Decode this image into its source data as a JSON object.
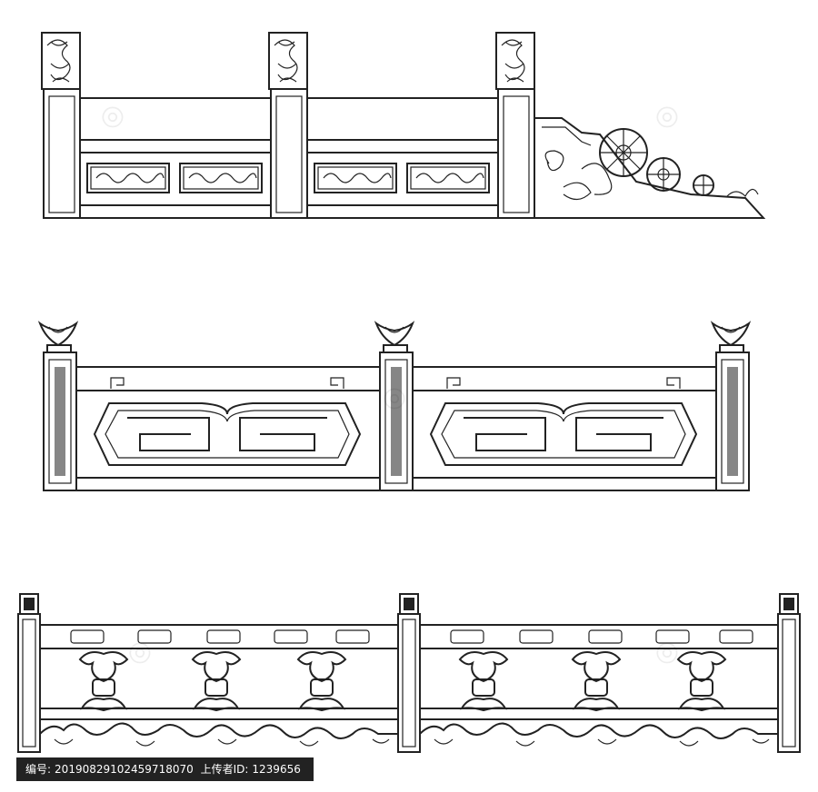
{
  "footer": {
    "id_label": "编号:",
    "id_value": "20190829102459718070",
    "uploader_label": "上传者ID:",
    "uploader_value": "1239656"
  },
  "colors": {
    "stroke": "#222222",
    "background": "#ffffff"
  },
  "railings": [
    {
      "name": "railing-1",
      "style": "cloud-post with carved panels and drum-stone end"
    },
    {
      "name": "railing-2",
      "style": "lotus-post with fret-pattern panels"
    },
    {
      "name": "railing-3",
      "style": "square-post with vase balusters and cloud skirt"
    }
  ]
}
